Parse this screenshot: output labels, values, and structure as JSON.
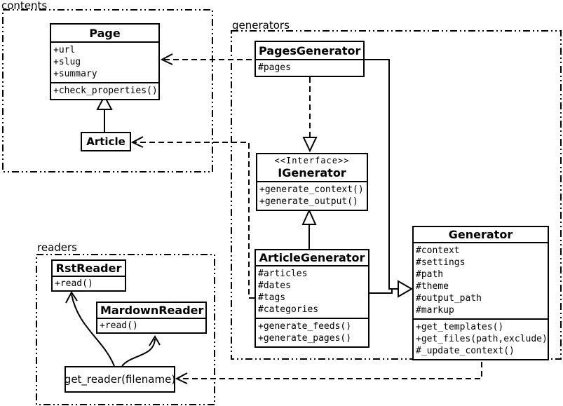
{
  "packages": {
    "contents": {
      "label": "contents"
    },
    "generators": {
      "label": "generators"
    },
    "readers": {
      "label": "readers"
    }
  },
  "classes": {
    "page": {
      "name": "Page",
      "attributes": [
        "+url",
        "+slug",
        "+summary"
      ],
      "methods": [
        "+check_properties()"
      ]
    },
    "article": {
      "name": "Article"
    },
    "pages_generator": {
      "name": "PagesGenerator",
      "attributes": [
        "#pages"
      ]
    },
    "igenerator": {
      "stereotype": "<<Interface>>",
      "name": "IGenerator",
      "methods": [
        "+generate_context()",
        "+generate_output()"
      ]
    },
    "article_generator": {
      "name": "ArticleGenerator",
      "attributes": [
        "#articles",
        "#dates",
        "#tags",
        "#categories"
      ],
      "methods": [
        "+generate_feeds()",
        "+generate_pages()"
      ]
    },
    "generator": {
      "name": "Generator",
      "attributes": [
        "#context",
        "#settings",
        "#path",
        "#theme",
        "#output_path",
        "#markup"
      ],
      "methods": [
        "+get_templates()",
        "+get_files(path,exclude)",
        "#_update_context()"
      ]
    },
    "rst_reader": {
      "name": "RstReader",
      "methods": [
        "+read()"
      ]
    },
    "mardown_reader": {
      "name": "MardownReader",
      "methods": [
        "+read()"
      ]
    },
    "get_reader": {
      "label": "get_reader(filename)"
    }
  },
  "relationships": [
    {
      "from": "Article",
      "to": "Page",
      "type": "generalization"
    },
    {
      "from": "PagesGenerator",
      "to": "Page",
      "type": "dependency"
    },
    {
      "from": "ArticleGenerator",
      "to": "Article",
      "type": "dependency"
    },
    {
      "from": "PagesGenerator",
      "to": "IGenerator",
      "type": "realization"
    },
    {
      "from": "ArticleGenerator",
      "to": "IGenerator",
      "type": "generalization"
    },
    {
      "from": "PagesGenerator",
      "to": "Generator",
      "type": "generalization"
    },
    {
      "from": "ArticleGenerator",
      "to": "Generator",
      "type": "generalization"
    },
    {
      "from": "Generator",
      "to": "get_reader(filename)",
      "type": "dependency"
    },
    {
      "from": "get_reader(filename)",
      "to": "RstReader",
      "type": "call"
    },
    {
      "from": "get_reader(filename)",
      "to": "MardownReader",
      "type": "call"
    }
  ]
}
